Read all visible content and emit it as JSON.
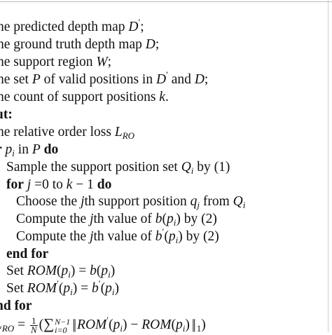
{
  "document": {
    "input": [
      {
        "pre": "he predicted depth map ",
        "sym": "D",
        "sup": "′",
        "post": ";"
      },
      {
        "pre": "he ground truth depth map ",
        "sym": "D",
        "post": ";"
      },
      {
        "pre": "he support region ",
        "sym": "W",
        "post": ";"
      },
      {
        "pre": "he set ",
        "sym": "P",
        "mid": " of valid positions in ",
        "sym2": "D",
        "sup2": "′",
        "mid2": " and ",
        "sym3": "D",
        "post": ";"
      },
      {
        "pre": "he count of support positions ",
        "sym": "k",
        "post": "."
      }
    ],
    "output_label": "ut:",
    "output_line": {
      "pre": "he relative order loss ",
      "sym": "L",
      "sub": "RO"
    },
    "for_outer": {
      "kw": "r",
      "var": "p",
      "sub": "i",
      "mid": " in ",
      "set": "P",
      "kw2": " do"
    },
    "sample": {
      "pre": "Sample the support position set ",
      "sym": "Q",
      "sub": "i",
      "post": " by (1)"
    },
    "for_inner": {
      "kw": "for",
      "var": "j",
      "mid": " =0 to ",
      "sym": "k",
      "minus": " − 1",
      "kw2": " do"
    },
    "choose": {
      "pre": "Choose the ",
      "sym": "j",
      "mid": "th support position ",
      "sym2": "q",
      "sub2": "j",
      "mid2": " from ",
      "sym3": "Q",
      "sub3": "i"
    },
    "compute1": {
      "pre": "Compute the ",
      "sym": "j",
      "mid": "th value of ",
      "fn": "b",
      "arg": "p",
      "argsub": "i",
      "post": " by (2)"
    },
    "compute2": {
      "pre": "Compute the ",
      "sym": "j",
      "mid": "th value of ",
      "fn": "b",
      "fnsup": "′",
      "arg": "p",
      "argsub": "i",
      "post": " by (2)"
    },
    "end_for_inner": "end for",
    "set1": {
      "pre": "Set ",
      "fn": "ROM",
      "arg": "p",
      "argsub": "i",
      "eq": " = ",
      "fn2": "b",
      "arg2": "p",
      "argsub2": "i"
    },
    "set2": {
      "pre": "Set ",
      "fn": "ROM",
      "fnsup": "′",
      "arg": "p",
      "argsub": "i",
      "eq": " = ",
      "fn2": "b",
      "fnsup2": "′",
      "arg2": "p",
      "argsub2": "i"
    },
    "end_for_outer": "nd for",
    "result": {
      "lhs": "L",
      "lhs_sub": "RO",
      "eq": " = ",
      "frac_num": "1",
      "frac_den": "N",
      "sum_sym": "∑",
      "sum_upper": "N−1",
      "sum_lower": "i=0",
      "term1": "ROM",
      "term1_sup": "′",
      "arg": "p",
      "argsub": "i",
      "minus": " − ",
      "term2": "ROM",
      "norm_sub": "1"
    }
  }
}
